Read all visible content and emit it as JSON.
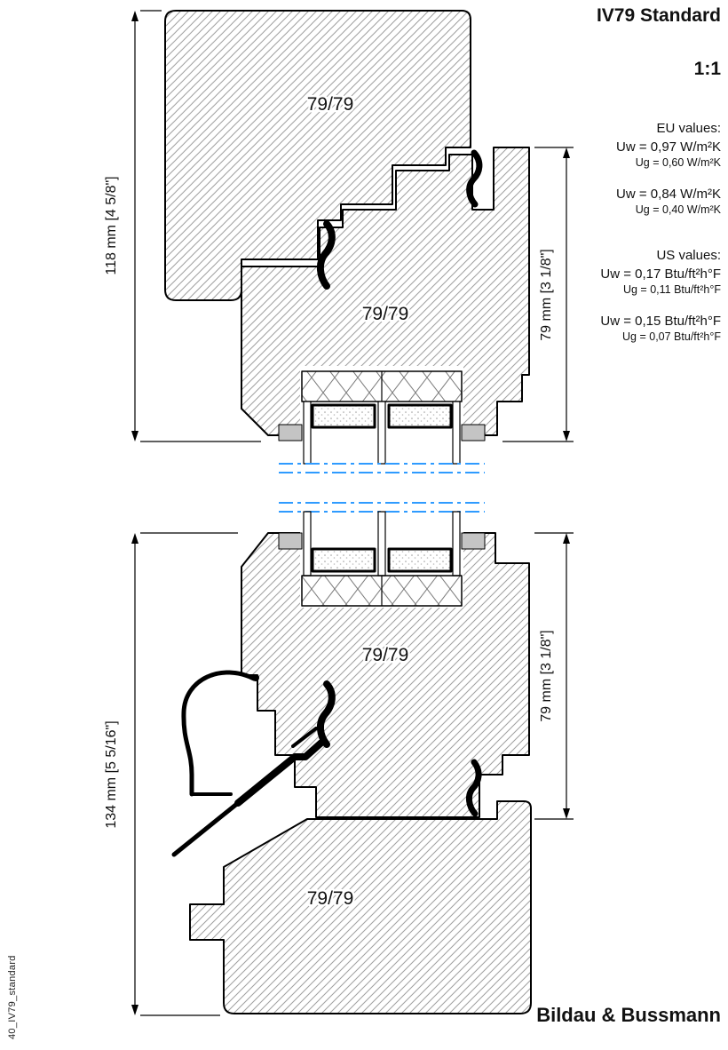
{
  "header": {
    "title": "IV79 Standard",
    "scale": "1:1"
  },
  "values_panel": {
    "eu_heading": "EU values:",
    "eu_rows": [
      {
        "uw": "Uw = 0,97 W/m²K",
        "ug": "Ug = 0,60 W/m²K"
      },
      {
        "uw": "Uw = 0,84 W/m²K",
        "ug": "Ug = 0,40 W/m²K"
      }
    ],
    "us_heading": "US values:",
    "us_rows": [
      {
        "uw": "Uw = 0,17 Btu/ft²h°F",
        "ug": "Ug = 0,11 Btu/ft²h°F"
      },
      {
        "uw": "Uw = 0,15 Btu/ft²h°F",
        "ug": "Ug = 0,07 Btu/ft²h°F"
      }
    ]
  },
  "drawing": {
    "profile_labels": {
      "top_frame": "79/79",
      "top_sash": "79/79",
      "bottom_sash": "79/79",
      "bottom_frame": "79/79"
    },
    "dimensions": {
      "top_left": "118 mm   [4 5/8\"]",
      "top_right": "79 mm   [3 1/8\"]",
      "bottom_left": "134 mm   [5 5/16\"]",
      "bottom_right": "79 mm   [3 1/8\"]"
    },
    "colors": {
      "centerline_blue": "#2f9bff",
      "setting_block_gray": "#c4c4c4",
      "hatch_gray": "#9f9f9f"
    }
  },
  "footer": {
    "company": "Bildau & Bussmann"
  },
  "side_label": "40_IV79_standard"
}
